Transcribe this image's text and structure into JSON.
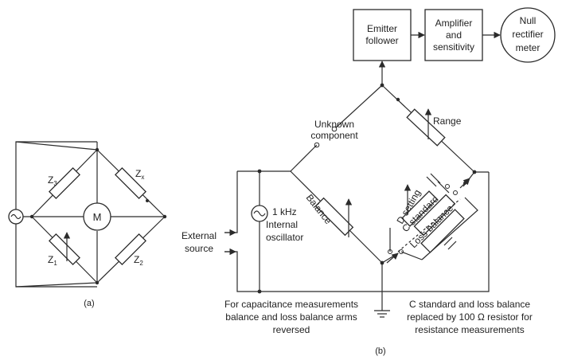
{
  "diagram_a": {
    "z3": "Z",
    "z3_sub": "3",
    "zx": "Z",
    "zx_sub": "x",
    "z1": "Z",
    "z1_sub": "1",
    "z2": "Z",
    "z2_sub": "2",
    "meter": "M",
    "caption": "(a)"
  },
  "diagram_b": {
    "emitter_follower": [
      "Emitter",
      "follower"
    ],
    "amplifier": [
      "Amplifier",
      "and",
      "sensitivity"
    ],
    "null_meter": [
      "Null",
      "rectifier",
      "meter"
    ],
    "unknown_component": [
      "Unknown",
      "component"
    ],
    "range": "Range",
    "balance": "Balance",
    "d_setting": "D setting",
    "c_standard": "C standard",
    "loss_balance": "Loss balance",
    "oscillator": [
      "1 kHz",
      "Internal",
      "oscillator"
    ],
    "external_source": [
      "External",
      "source"
    ],
    "note_left": [
      "For capacitance measurements",
      "balance and loss balance arms",
      "reversed"
    ],
    "note_right": [
      "C standard and loss balance",
      "replaced by 100 Ω resistor for",
      "resistance measurements"
    ],
    "caption": "(b)"
  }
}
